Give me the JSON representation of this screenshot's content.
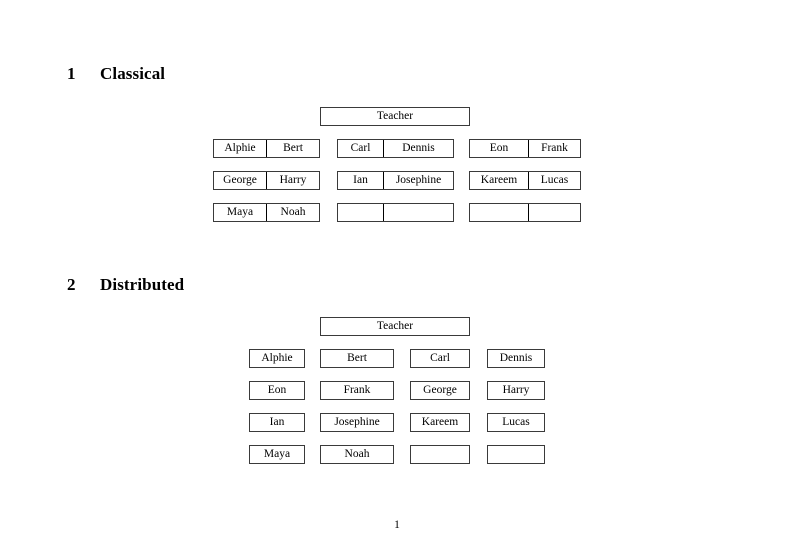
{
  "document": {
    "page_number": "1"
  },
  "sections": [
    {
      "number": "1",
      "title": "Classical",
      "teacher_label": "Teacher",
      "layout": "grouped-two-column",
      "groups": [
        {
          "rows": [
            [
              "Alphie",
              "Bert"
            ],
            [
              "George",
              "Harry"
            ],
            [
              "Maya",
              "Noah"
            ]
          ]
        },
        {
          "rows": [
            [
              "Carl",
              "Dennis"
            ],
            [
              "Ian",
              "Josephine"
            ],
            [
              "",
              ""
            ]
          ]
        },
        {
          "rows": [
            [
              "Eon",
              "Frank"
            ],
            [
              "Kareem",
              "Lucas"
            ],
            [
              "",
              ""
            ]
          ]
        }
      ]
    },
    {
      "number": "2",
      "title": "Distributed",
      "teacher_label": "Teacher",
      "layout": "individual-four-column",
      "rows": [
        [
          "Alphie",
          "Bert",
          "Carl",
          "Dennis"
        ],
        [
          "Eon",
          "Frank",
          "George",
          "Harry"
        ],
        [
          "Ian",
          "Josephine",
          "Kareem",
          "Lucas"
        ],
        [
          "Maya",
          "Noah",
          "",
          ""
        ]
      ]
    }
  ],
  "colors": {
    "page_background": "#ffffff",
    "text": "#000000",
    "box_border": "#3a3a3a",
    "cell_divider": "#000000"
  }
}
